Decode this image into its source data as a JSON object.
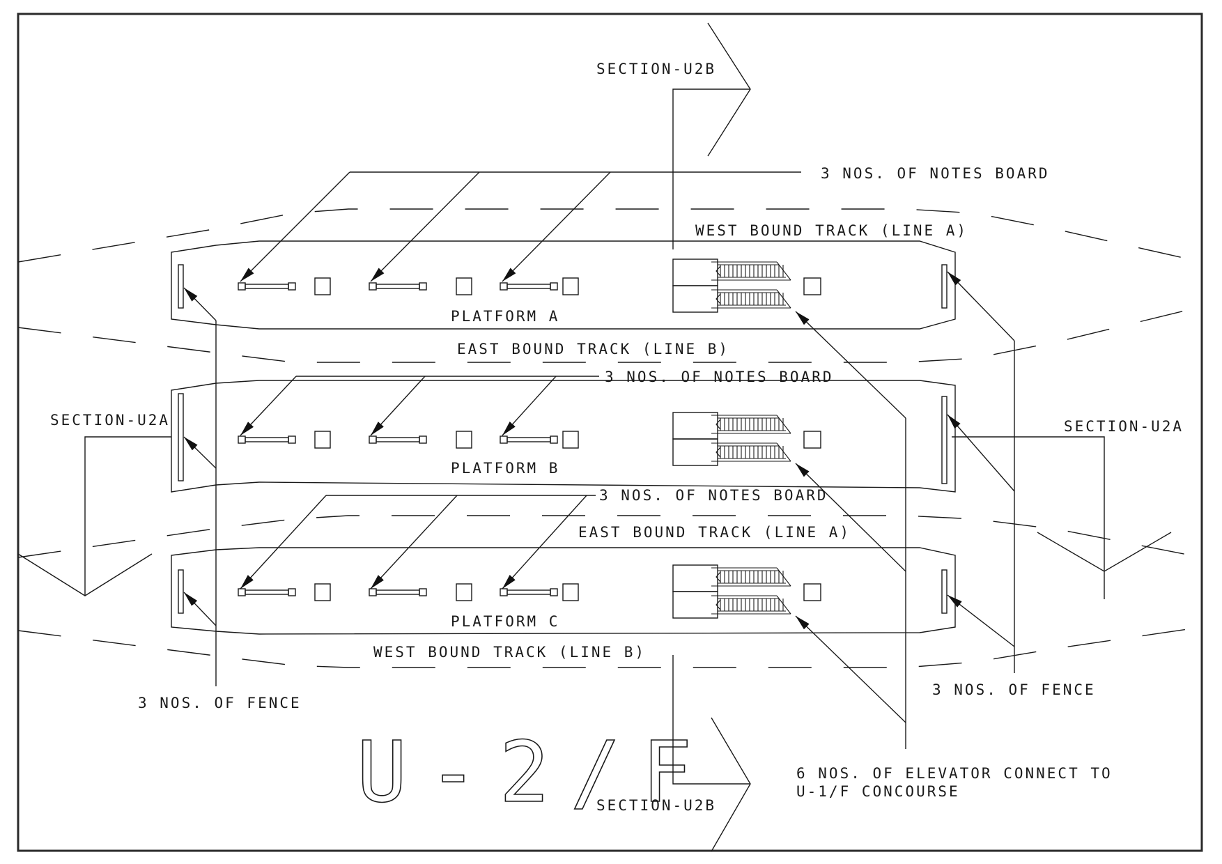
{
  "drawing": {
    "floor_title": "U-2/F",
    "section_markers": {
      "u2b_top": "SECTION-U2B",
      "u2b_bottom": "SECTION-U2B",
      "u2a_left": "SECTION-U2A",
      "u2a_right": "SECTION-U2A"
    },
    "tracks": [
      {
        "id": "west-line-a",
        "label": "WEST BOUND TRACK (LINE A)"
      },
      {
        "id": "east-line-b",
        "label": "EAST BOUND TRACK (LINE B)"
      },
      {
        "id": "east-line-a",
        "label": "EAST BOUND TRACK (LINE A)"
      },
      {
        "id": "west-line-b",
        "label": "WEST BOUND TRACK (LINE B)"
      }
    ],
    "platforms": [
      {
        "id": "a",
        "label": "PLATFORM A"
      },
      {
        "id": "b",
        "label": "PLATFORM B"
      },
      {
        "id": "c",
        "label": "PLATFORM C"
      }
    ],
    "annotations": {
      "notes_board_a": "3 NOS. OF NOTES BOARD",
      "notes_board_b": "3 NOS. OF NOTES BOARD",
      "notes_board_c": "3 NOS. OF NOTES BOARD",
      "fence_left": "3 NOS. OF FENCE",
      "fence_right": "3 NOS. OF FENCE",
      "elevator_line1": "6 NOS. OF ELEVATOR CONNECT TO",
      "elevator_line2": "U-1/F CONCOURSE"
    },
    "colors": {
      "ink": "#1a1a1a",
      "paper": "#ffffff"
    }
  }
}
